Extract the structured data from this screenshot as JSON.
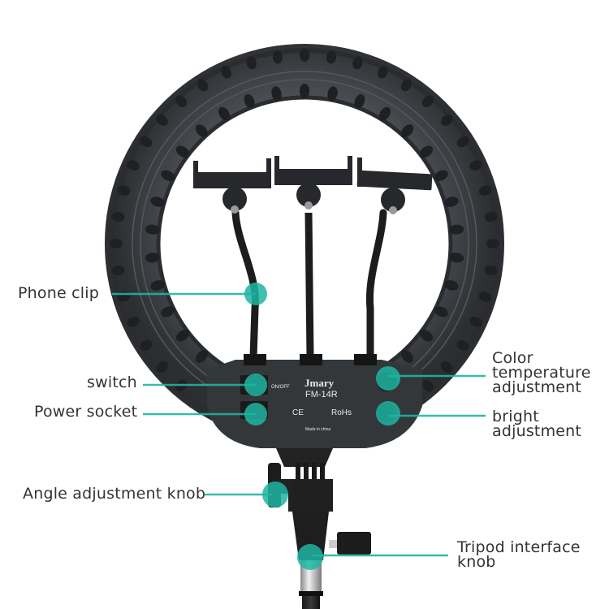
{
  "product": {
    "brand": "Jmary",
    "model": "FM-14R",
    "panel": {
      "switch_label": "ON/OFF",
      "certifications": [
        "CE",
        "RoHs"
      ],
      "made_in": "Made in china"
    }
  },
  "callouts": [
    {
      "id": "phone-clip",
      "lines": [
        "Phone clip"
      ]
    },
    {
      "id": "switch",
      "lines": [
        "switch"
      ]
    },
    {
      "id": "power-socket",
      "lines": [
        "Power socket"
      ]
    },
    {
      "id": "color-temperature",
      "lines": [
        "Color",
        "temperature",
        "adjustment"
      ]
    },
    {
      "id": "bright",
      "lines": [
        "bright",
        "adjustment"
      ]
    },
    {
      "id": "angle-knob",
      "lines": [
        "Angle adjustment knob"
      ]
    },
    {
      "id": "tripod-knob",
      "lines": [
        "Tripod interface",
        "knob"
      ]
    }
  ],
  "colors": {
    "accent_teal": "#1fb5a2",
    "ring_body": "#3a3c3f",
    "text": "#333333",
    "background": "#ffffff"
  }
}
